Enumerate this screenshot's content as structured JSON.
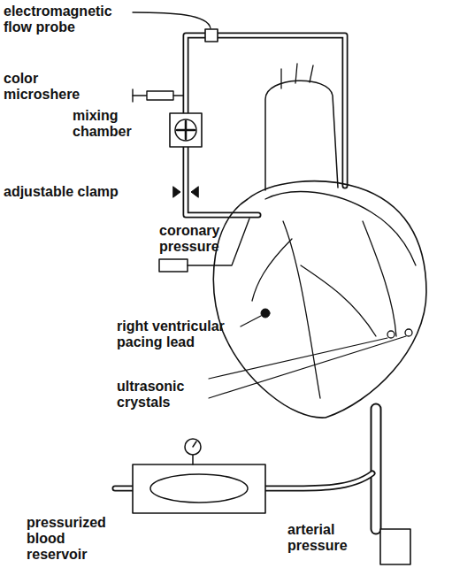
{
  "diagram": {
    "labels": [
      "electromagnetic flow probe",
      "color microshere",
      "mixing chamber",
      "adjustable clamp",
      "coronary pressure",
      "right ventricular pacing lead",
      "ultrasonic crystals",
      "pressurized blood reservoir",
      "arterial pressure"
    ]
  }
}
